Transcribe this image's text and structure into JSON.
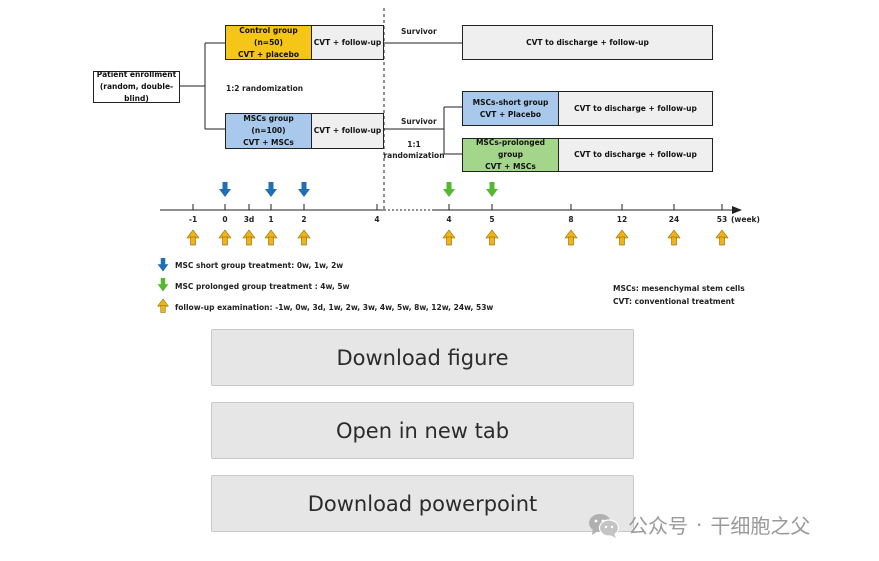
{
  "figure": {
    "enrollment": {
      "line1": "Patient enrollment",
      "line2": "(random, double-blind)"
    },
    "randomization_1": "1:2 randomization",
    "control": {
      "line1": "Control group (n=50)",
      "line2": "CVT + placebo"
    },
    "mscs": {
      "line1": "MSCs group  (n=100)",
      "line2": "CVT + MSCs"
    },
    "cvt_followup": "CVT + follow-up",
    "survivor": "Survivor",
    "cvt_discharge": "CVT to discharge + follow-up",
    "randomization_2": {
      "line1": "1:1",
      "line2": "randomization"
    },
    "short_group": {
      "line1": "MSCs-short group",
      "line2": "CVT + Placebo"
    },
    "prolonged_group": {
      "line1": "MSCs-prolonged group",
      "line2": "CVT + MSCs"
    },
    "timeline": {
      "ticks": [
        "-1",
        "0",
        "3d",
        "1",
        "2",
        "4",
        "4",
        "5",
        "8",
        "12",
        "24",
        "53"
      ],
      "unit": "(week)"
    },
    "legend": {
      "short": "MSC short group treatment:  0w, 1w, 2w",
      "prolonged": "MSC prolonged group treatment :  4w, 5w",
      "followup": "follow-up examination:  -1w, 0w, 3d, 1w, 2w, 3w, 4w, 5w, 8w, 12w, 24w, 53w",
      "abbr_mscs": "MSCs: mesenchymal stem cells",
      "abbr_cvt": "CVT: conventional treatment"
    },
    "colors": {
      "control": "#f5c518",
      "mscs": "#a9c9ec",
      "prolonged": "#a3d68b",
      "arrow_blue": "#1f6fb2",
      "arrow_green": "#55b82e",
      "arrow_yellow": "#f0b418"
    }
  },
  "buttons": {
    "download_figure": "Download figure",
    "open_new_tab": "Open in new tab",
    "download_powerpoint": "Download powerpoint"
  },
  "watermark": {
    "icon": "wechat-icon",
    "name": "公众号",
    "sep": "·",
    "account": "干细胞之父"
  }
}
